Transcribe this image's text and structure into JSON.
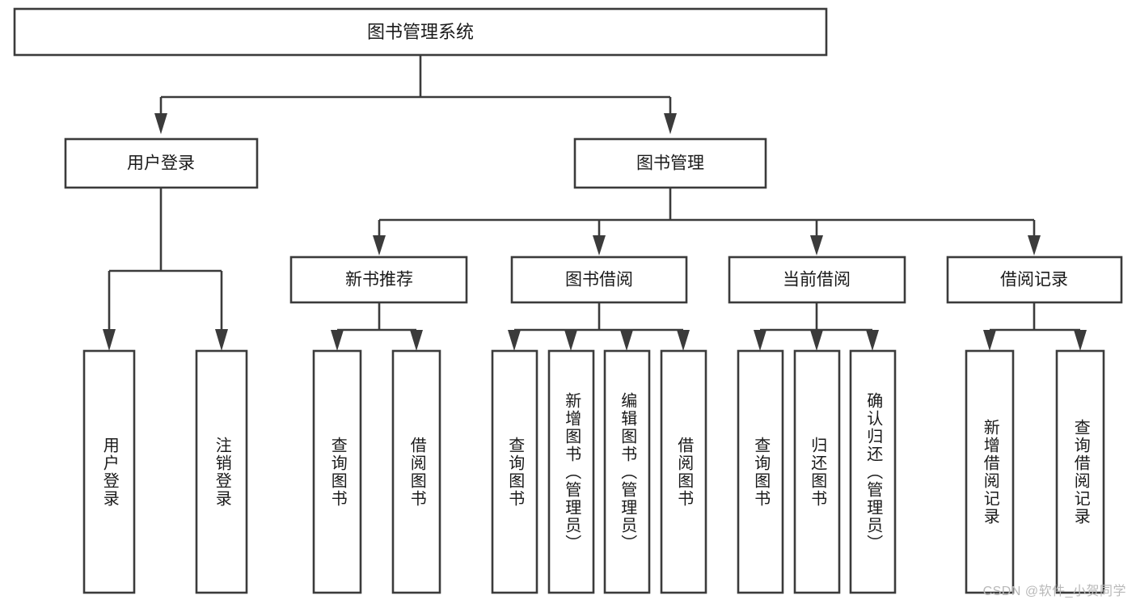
{
  "diagram": {
    "kind": "functional-decomposition-tree",
    "title_node": {
      "label": "图书管理系统"
    },
    "level2": [
      {
        "id": "user-login",
        "label": "用户登录"
      },
      {
        "id": "book-management",
        "label": "图书管理"
      }
    ],
    "level3": [
      {
        "id": "new-book-recommend",
        "label": "新书推荐",
        "parent": "book-management"
      },
      {
        "id": "book-borrow",
        "label": "图书借阅",
        "parent": "book-management"
      },
      {
        "id": "current-borrow",
        "label": "当前借阅",
        "parent": "book-management"
      },
      {
        "id": "borrow-record",
        "label": "借阅记录",
        "parent": "book-management"
      }
    ],
    "leaves": {
      "user-login": [
        {
          "id": "leaf-user-login",
          "label": "用户登录"
        },
        {
          "id": "leaf-logout-login",
          "label": "注销登录"
        }
      ],
      "new-book-recommend": [
        {
          "id": "leaf-query-book-1",
          "label": "查询图书"
        },
        {
          "id": "leaf-borrow-book-1",
          "label": "借阅图书"
        }
      ],
      "book-borrow": [
        {
          "id": "leaf-query-book-2",
          "label": "查询图书"
        },
        {
          "id": "leaf-add-book",
          "label": "新增图书（管理员）"
        },
        {
          "id": "leaf-edit-book",
          "label": "编辑图书（管理员）"
        },
        {
          "id": "leaf-borrow-book-2",
          "label": "借阅图书"
        }
      ],
      "current-borrow": [
        {
          "id": "leaf-query-book-3",
          "label": "查询图书"
        },
        {
          "id": "leaf-return-book",
          "label": "归还图书"
        },
        {
          "id": "leaf-confirm-return",
          "label": "确认归还（管理员）"
        }
      ],
      "borrow-record": [
        {
          "id": "leaf-add-record",
          "label": "新增借阅记录"
        },
        {
          "id": "leaf-query-record",
          "label": "查询借阅记录"
        }
      ]
    },
    "colors": {
      "stroke": "#3b3b3b",
      "fill": "#ffffff",
      "text": "#1a1a1a",
      "background": "#ffffff",
      "watermark": "#b9b9b9"
    }
  },
  "watermark": {
    "text": "CSDN @软件_小贺同学"
  }
}
